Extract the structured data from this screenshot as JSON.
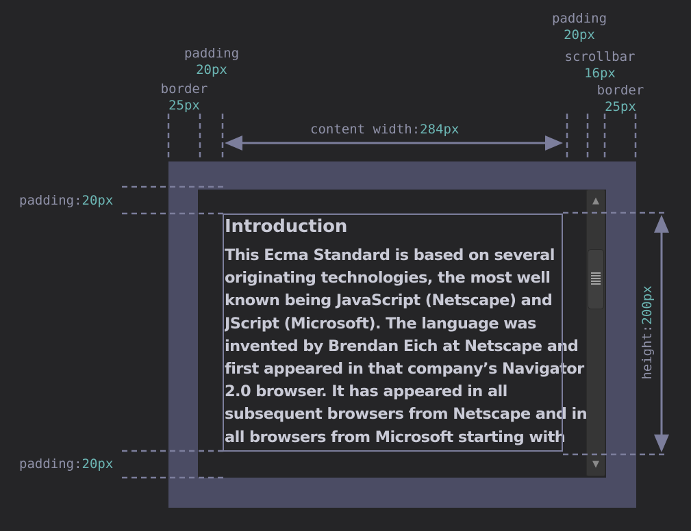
{
  "labels": {
    "padding_left_top": {
      "name": "padding",
      "value": "20px"
    },
    "border_left_top": {
      "name": "border",
      "value": "25px"
    },
    "padding_right_top": {
      "name": "padding",
      "value": "20px"
    },
    "scrollbar_right_top": {
      "name": "scrollbar",
      "value": "16px"
    },
    "border_right_top": {
      "name": "border",
      "value": "25px"
    },
    "content_width": {
      "name": "content width:",
      "value": "284px"
    },
    "padding_top_side": {
      "name": "padding:",
      "value": "20px"
    },
    "padding_bottom_side": {
      "name": "padding:",
      "value": "20px"
    },
    "height": {
      "name": "height:",
      "value": "200px"
    }
  },
  "content": {
    "title": "Introduction",
    "body": "This Ecma Standard is based on several originating technologies, the most well known being JavaScript (Netscape) and JScript (Microsoft). The language was invented by Brendan Eich at Netscape and first appeared in that company’s Navigator 2.0 browser. It has appeared in all subsequent browsers from Netscape and in all browsers from Microsoft starting with"
  },
  "scrollbar": {
    "up_icon": "triangle-up",
    "down_icon": "triangle-down",
    "thumb_position": 0.0
  },
  "colors": {
    "background": "#252527",
    "border_fill": "#4b4c64",
    "dimension_line": "#7c7e9c",
    "label_text": "#8f91a8",
    "value_text": "#6cb6b4",
    "content_text": "#c9cad6"
  }
}
